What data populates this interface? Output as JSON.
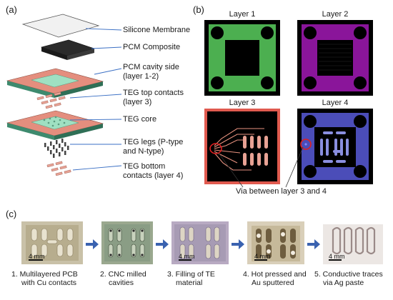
{
  "panels": {
    "a": "(a)",
    "b": "(b)",
    "c": "(c)"
  },
  "stack_labels": [
    "Silicone Membrane",
    "PCM Composite",
    "PCM cavity side",
    "(layer 1-2)",
    "TEG top contacts",
    "(layer 3)",
    "TEG core",
    "TEG legs (P-type",
    "and N-type)",
    "TEG bottom",
    "contacts (layer 4)"
  ],
  "layers": {
    "l1": "Layer 1",
    "l2": "Layer 2",
    "l3": "Layer 3",
    "l4": "Layer 4",
    "via": "Via between layer 3 and 4",
    "colors": {
      "l1": "#4caf50",
      "l2": "#8a159a",
      "l3_border": "#e05a4f",
      "l4": "#4b4db8"
    }
  },
  "steps": [
    {
      "line1": "1. Multilayered PCB",
      "line2": "with Cu contacts",
      "line3": "",
      "scale": "4 mm"
    },
    {
      "line1": "2. CNC milled",
      "line2": "cavities",
      "line3": "",
      "scale": ""
    },
    {
      "line1": "3. Filling of TE",
      "line2": "material",
      "line3": "",
      "scale": "4 mm"
    },
    {
      "line1": "4. Hot pressed and",
      "line2": "Au sputtered",
      "line3": "",
      "scale": "4 mm"
    },
    {
      "line1": "5. Conductive traces",
      "line2": "via Ag paste",
      "line3": "",
      "scale": "4 mm"
    }
  ]
}
